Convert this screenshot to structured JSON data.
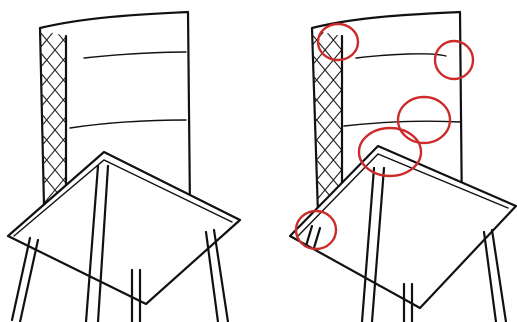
{
  "panels": [
    {
      "id": "original",
      "description_visible": false
    },
    {
      "id": "differences-marked",
      "description_visible": false
    }
  ],
  "colors": {
    "ink": "#111111",
    "background": "#ffffff",
    "highlight": "#cc2b2b"
  },
  "difference_count": 5
}
